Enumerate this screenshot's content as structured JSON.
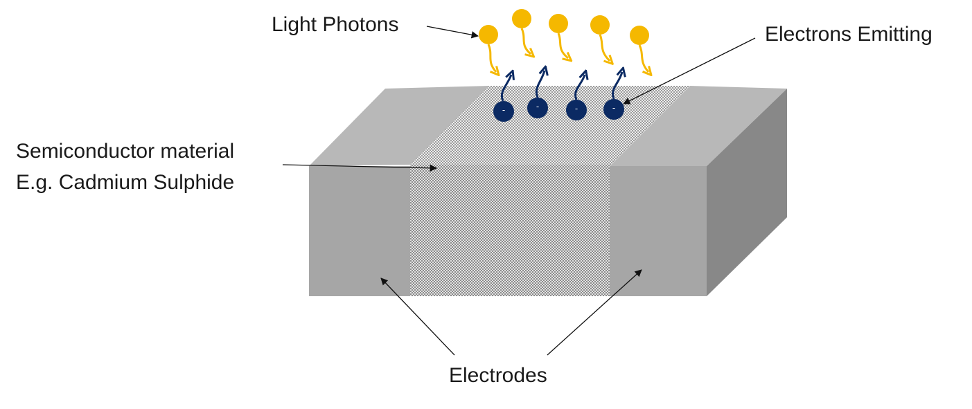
{
  "labels": {
    "light_photons": "Light Photons",
    "electrons_emitting": "Electrons Emitting",
    "semiconductor_line1": "Semiconductor material",
    "semiconductor_line2": "E.g. Cadmium Sulphide",
    "electrodes": "Electrodes"
  },
  "electron_charge": "-",
  "colors": {
    "photon": "#f5b800",
    "electron": "#0b2a63",
    "electrode_front": "#a6a6a6",
    "electrode_top": "#b8b8b8",
    "electrode_side": "#888888",
    "semiconductor_dot": "#8c8c8c",
    "leader_line": "#111111"
  }
}
